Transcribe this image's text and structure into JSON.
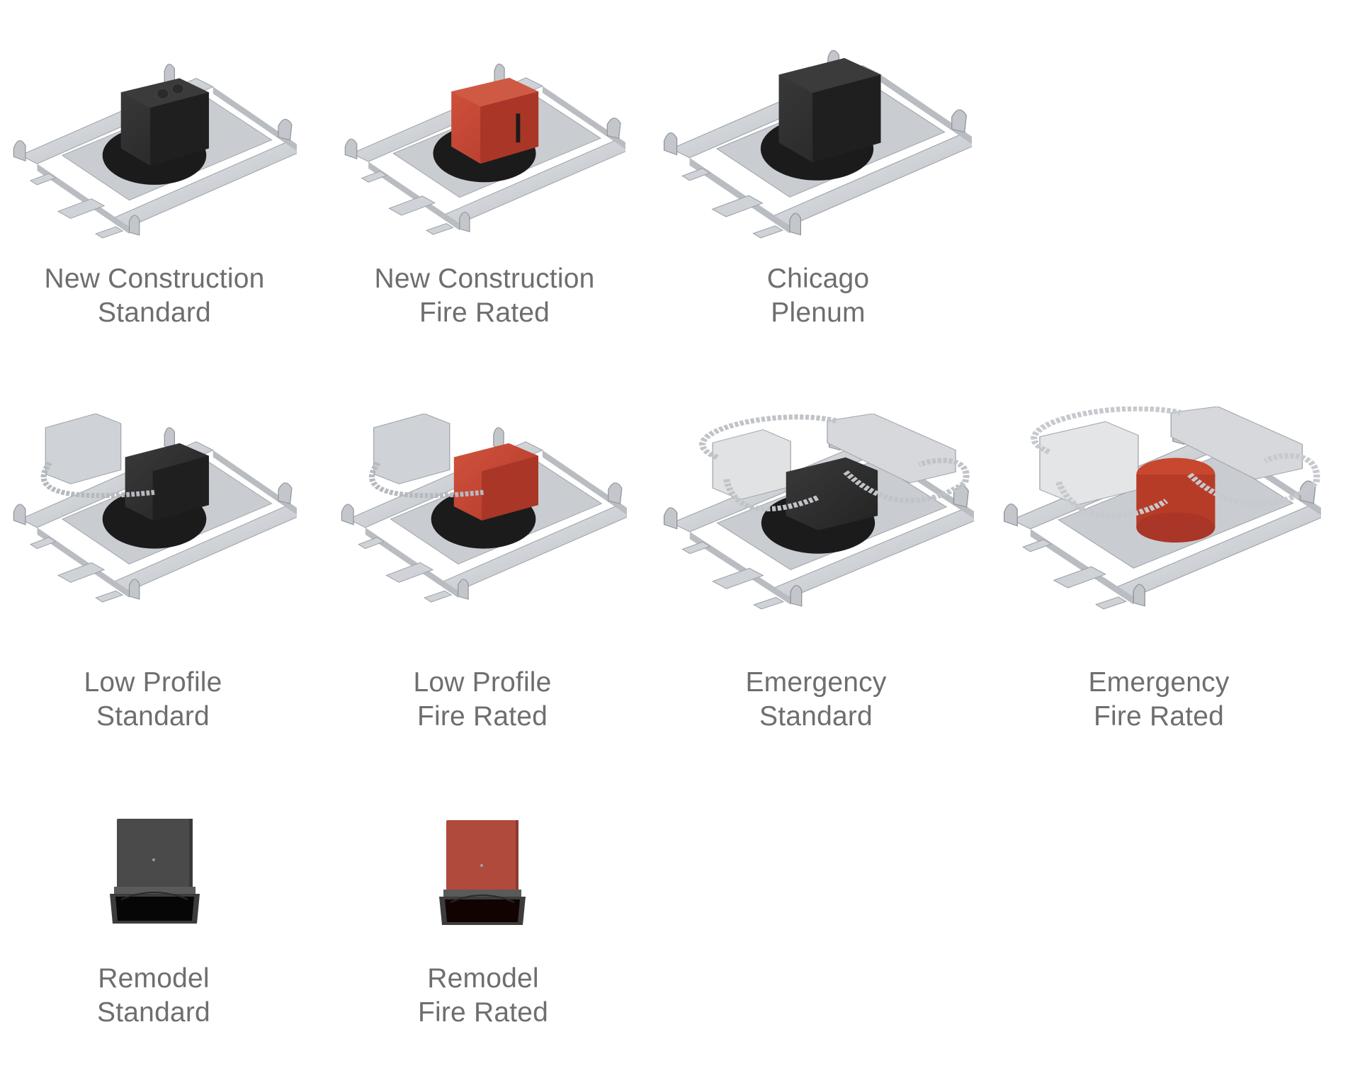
{
  "colors": {
    "background": "#ffffff",
    "caption_text": "#6e6e6e",
    "metal": "#d9dbde",
    "metal_dark": "#a9adb2",
    "box_black": "#2b2b2c",
    "box_red": "#c0412e",
    "remodel_gray": "#4a4a4a",
    "remodel_red": "#b04a3c"
  },
  "products": [
    {
      "id": "new-construction-standard",
      "line1": "New Construction",
      "line2": "Standard",
      "image": "new-construction-housing-black-box",
      "box_color": "black"
    },
    {
      "id": "new-construction-fire-rated",
      "line1": "New Construction",
      "line2": "Fire Rated",
      "image": "new-construction-housing-red-box",
      "box_color": "red"
    },
    {
      "id": "chicago-plenum",
      "line1": "Chicago",
      "line2": "Plenum",
      "image": "chicago-plenum-housing-black-box",
      "box_color": "black"
    },
    {
      "id": "low-profile-standard",
      "line1": "Low Profile",
      "line2": "Standard",
      "image": "low-profile-housing-black-box-with-conduit",
      "box_color": "black"
    },
    {
      "id": "low-profile-fire-rated",
      "line1": "Low Profile",
      "line2": "Fire Rated",
      "image": "low-profile-housing-red-box-with-conduit",
      "box_color": "red"
    },
    {
      "id": "emergency-standard",
      "line1": "Emergency",
      "line2": "Standard",
      "image": "emergency-housing-black-box-with-battery-pack",
      "box_color": "black"
    },
    {
      "id": "emergency-fire-rated",
      "line1": "Emergency",
      "line2": "Fire Rated",
      "image": "emergency-housing-red-box-with-battery-pack",
      "box_color": "red"
    },
    {
      "id": "remodel-standard",
      "line1": "Remodel",
      "line2": "Standard",
      "image": "remodel-housing-gray",
      "box_color": "gray"
    },
    {
      "id": "remodel-fire-rated",
      "line1": "Remodel",
      "line2": "Fire Rated",
      "image": "remodel-housing-red",
      "box_color": "red"
    }
  ]
}
